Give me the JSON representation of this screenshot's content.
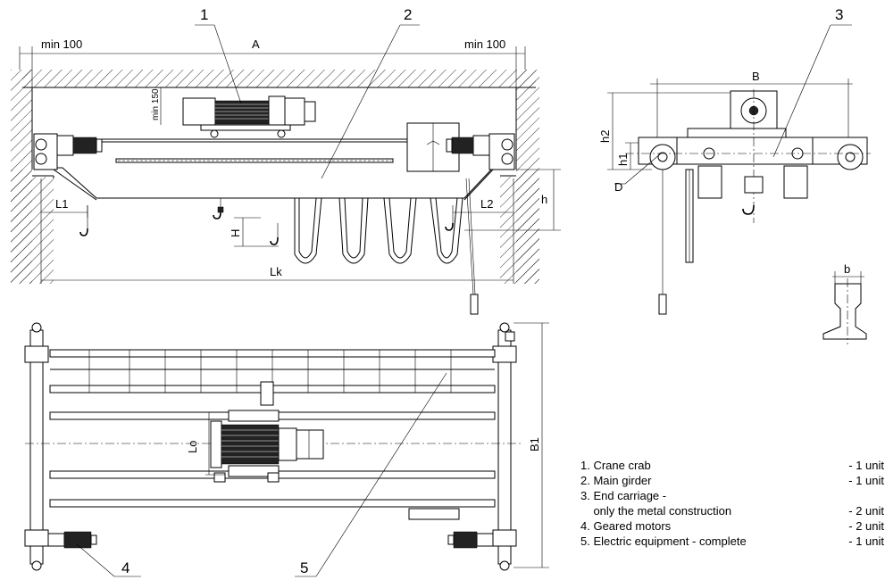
{
  "callouts": [
    "1",
    "2",
    "3",
    "4",
    "5"
  ],
  "dimensions": {
    "clearance_left": "min 100",
    "clearance_right": "min 100",
    "span_wall": "A",
    "clearance_top": "min 150",
    "span": "Lk",
    "approach_left": "L1",
    "approach_right": "L2",
    "lift": "H",
    "height": "h",
    "wheelbase": "B",
    "height_2": "h2",
    "height_1": "h1",
    "wheel_diameter": "D",
    "rail_width": "b",
    "crab_gauge": "Lo",
    "width": "B1"
  },
  "legend": [
    {
      "text": "1. Crane crab",
      "qty": "- 1 unit"
    },
    {
      "text": "2. Main girder",
      "qty": "- 1 unit"
    },
    {
      "text": "3. End carriage -",
      "qty": ""
    },
    {
      "text": "    only the metal construction",
      "qty": "- 2 unit"
    },
    {
      "text": "4. Geared motors",
      "qty": "- 2 unit"
    },
    {
      "text": "5. Electric equipment - complete",
      "qty": "- 1 unit"
    }
  ]
}
